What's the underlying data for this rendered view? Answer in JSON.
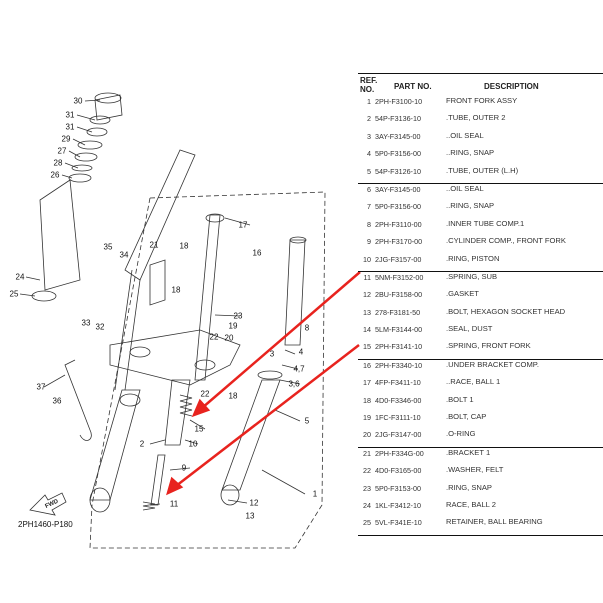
{
  "diagram": {
    "code": "2PH1460-P180",
    "fwd_label": "FWD",
    "arrow_color": "#e8231e",
    "callouts": [
      "30",
      "31",
      "31",
      "29",
      "27",
      "28",
      "26",
      "35",
      "34",
      "21",
      "18",
      "18",
      "17",
      "16",
      "24",
      "25",
      "33",
      "32",
      "23",
      "19",
      "22",
      "20",
      "8",
      "4",
      "3",
      "4,7",
      "3,6",
      "5",
      "37",
      "36",
      "22",
      "18",
      "15",
      "10",
      "2",
      "9",
      "12",
      "13",
      "11",
      "1"
    ]
  },
  "table": {
    "headers": {
      "ref": "REF.\nNO.",
      "ref_line1": "REF.",
      "ref_line2": "NO.",
      "part": "PART NO.",
      "desc": "DESCRIPTION"
    },
    "groups": [
      [
        [
          "1",
          "2PH-F3100-10",
          "FRONT FORK ASSY"
        ],
        [
          "2",
          "54P-F3136-10",
          ".TUBE, OUTER 2"
        ],
        [
          "3",
          "3AY-F3145-00",
          "..OIL SEAL"
        ],
        [
          "4",
          "5P0-F3156-00",
          "..RING, SNAP"
        ],
        [
          "5",
          "54P-F3126-10",
          ".TUBE, OUTER (L.H)"
        ]
      ],
      [
        [
          "6",
          "3AY-F3145-00",
          "..OIL SEAL"
        ],
        [
          "7",
          "5P0-F3156-00",
          "..RING, SNAP"
        ],
        [
          "8",
          "2PH-F3110-00",
          ".INNER TUBE COMP.1"
        ],
        [
          "9",
          "2PH-F3170-00",
          ".CYLINDER COMP., FRONT FORK"
        ],
        [
          "10",
          "2JG-F3157-00",
          ".RING, PISTON"
        ]
      ],
      [
        [
          "11",
          "5NM-F3152-00",
          ".SPRING, SUB"
        ],
        [
          "12",
          "2BU-F3158-00",
          ".GASKET"
        ],
        [
          "13",
          "278-F3181-50",
          ".BOLT, HEXAGON SOCKET HEAD"
        ],
        [
          "14",
          "5LM-F3144-00",
          ".SEAL, DUST"
        ],
        [
          "15",
          "2PH-F3141-10",
          ".SPRING, FRONT FORK"
        ]
      ],
      [
        [
          "16",
          "2PH-F3340-10",
          ".UNDER BRACKET COMP."
        ],
        [
          "17",
          "4FP-F3411-10",
          "..RACE, BALL 1"
        ],
        [
          "18",
          "4D0-F3346-00",
          ".BOLT 1"
        ],
        [
          "19",
          "1FC-F3111-10",
          ".BOLT, CAP"
        ],
        [
          "20",
          "2JG-F3147-00",
          ".O-RING"
        ]
      ],
      [
        [
          "21",
          "2PH-F334G-00",
          ".BRACKET 1"
        ],
        [
          "22",
          "4D0-F3165-00",
          ".WASHER, FELT"
        ],
        [
          "23",
          "5P0-F3153-00",
          ".RING, SNAP"
        ],
        [
          "24",
          "1KL-F3412-10",
          "RACE, BALL 2"
        ],
        [
          "25",
          "5VL-F341E-10",
          "RETAINER, BALL BEARING"
        ]
      ]
    ]
  }
}
